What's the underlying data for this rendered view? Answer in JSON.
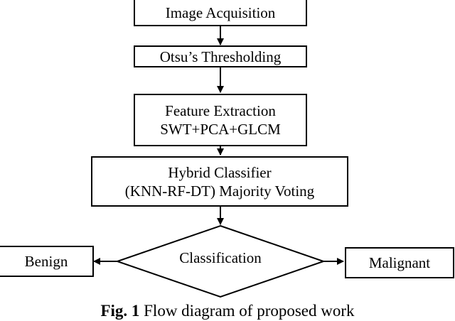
{
  "nodes": {
    "acquisition": {
      "label": "Image Acquisition"
    },
    "otsu": {
      "label": "Otsu’s Thresholding"
    },
    "feature": {
      "line1": "Feature Extraction",
      "line2": "SWT+PCA+GLCM"
    },
    "hybrid": {
      "line1": "Hybrid Classifier",
      "line2": "(KNN-RF-DT) Majority Voting"
    },
    "decision": {
      "label": "Classification"
    },
    "benign": {
      "label": "Benign"
    },
    "malignant": {
      "label": "Malignant"
    }
  },
  "caption": {
    "prefix": "Fig. 1",
    "text": " Flow diagram of proposed work"
  }
}
